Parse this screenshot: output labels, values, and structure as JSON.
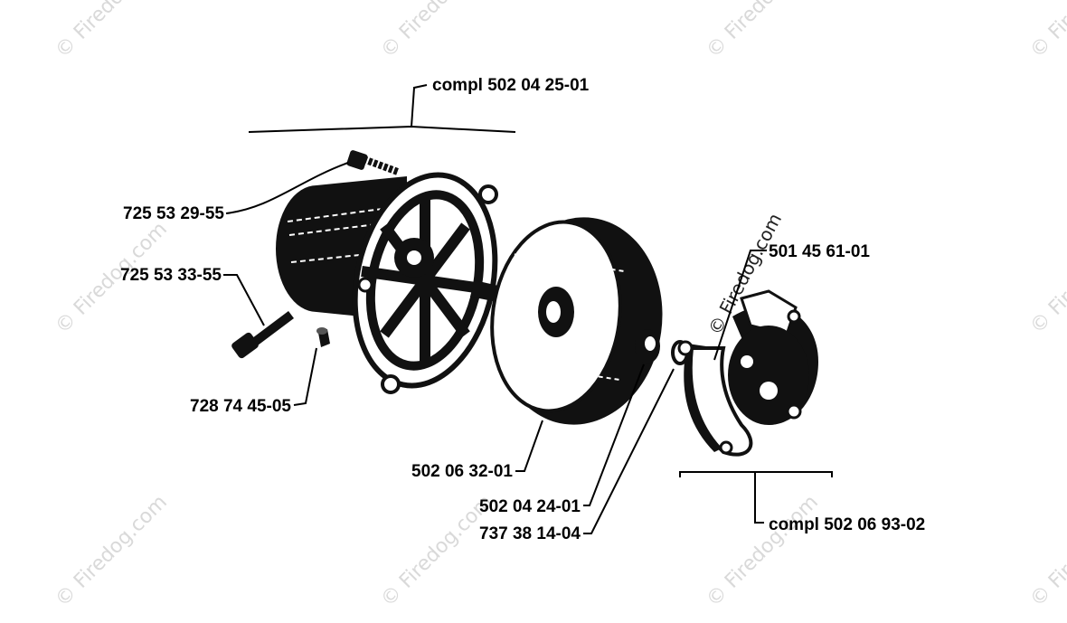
{
  "watermark": "© Firedog.com",
  "labels": {
    "compl_top": "compl 502 04 25-01",
    "p_725_53_29_55": "725 53 29-55",
    "p_725_53_33_55": "725 53 33-55",
    "p_728_74_45_05": "728 74 45-05",
    "p_502_06_32_01": "502 06 32-01",
    "p_502_04_24_01": "502 04 24-01",
    "p_737_38_14_04": "737 38 14-04",
    "p_501_45_61_01": "501 45 61-01",
    "compl_bottom": "compl 502 06 93-02"
  }
}
